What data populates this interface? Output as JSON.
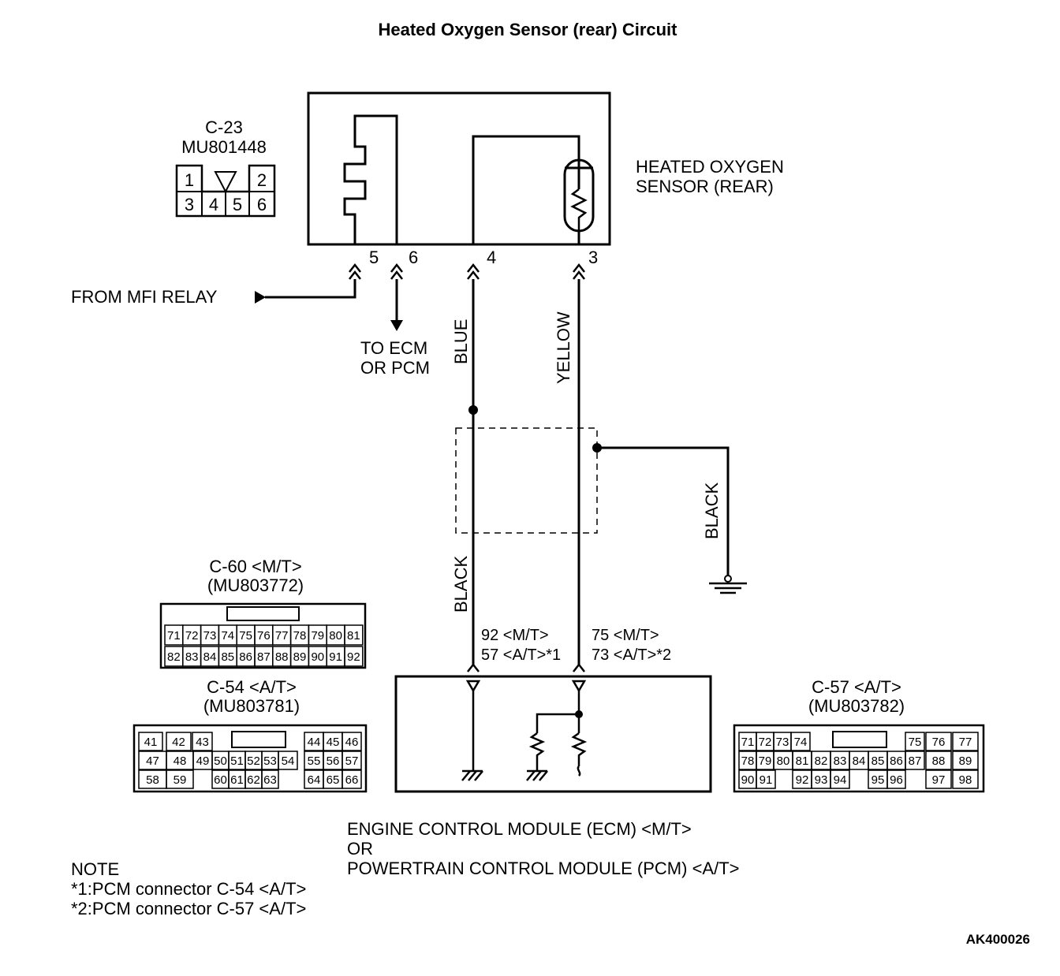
{
  "title": "Heated Oxygen Sensor (rear) Circuit",
  "sensor": {
    "name_line1": "HEATED OXYGEN",
    "name_line2": "SENSOR (REAR)",
    "pins": [
      "5",
      "6",
      "4",
      "3"
    ]
  },
  "connector_c23": {
    "name": "C-23",
    "part": "MU801448",
    "top": [
      "1",
      "2"
    ],
    "bottom": [
      "3",
      "4",
      "5",
      "6"
    ]
  },
  "from_mfi_relay": "FROM MFI RELAY",
  "to_ecm_line1": "TO ECM",
  "to_ecm_line2": "OR PCM",
  "wires": {
    "blue": "BLUE",
    "yellow": "YELLOW",
    "black_left": "BLACK",
    "black_ground": "BLACK"
  },
  "ecm_pins": {
    "left_line1": "92 <M/T>",
    "left_line2": "57 <A/T>*1",
    "right_line1": "75 <M/T>",
    "right_line2": "73 <A/T>*2"
  },
  "connector_c60": {
    "name": "C-60 <M/T>",
    "part": "(MU803772)",
    "row1": [
      "71",
      "72",
      "73",
      "74",
      "75",
      "76",
      "77",
      "78",
      "79",
      "80",
      "81"
    ],
    "row2": [
      "82",
      "83",
      "84",
      "85",
      "86",
      "87",
      "88",
      "89",
      "90",
      "91",
      "92"
    ]
  },
  "connector_c54": {
    "name": "C-54 <A/T>",
    "part": "(MU803781)",
    "row1": [
      "41",
      "42",
      "43",
      "44",
      "45",
      "46"
    ],
    "row2": [
      "47",
      "48",
      "49",
      "50",
      "51",
      "52",
      "53",
      "54",
      "55",
      "56",
      "57"
    ],
    "row3": [
      "58",
      "59",
      "60",
      "61",
      "62",
      "63",
      "64",
      "65",
      "66"
    ]
  },
  "connector_c57": {
    "name": "C-57 <A/T>",
    "part": "(MU803782)",
    "row1": [
      "71",
      "72",
      "73",
      "74",
      "75",
      "76",
      "77"
    ],
    "row2": [
      "78",
      "79",
      "80",
      "81",
      "82",
      "83",
      "84",
      "85",
      "86",
      "87",
      "88",
      "89"
    ],
    "row3": [
      "90",
      "91",
      "92",
      "93",
      "94",
      "95",
      "96",
      "97",
      "98"
    ]
  },
  "module": {
    "line1": "ENGINE CONTROL MODULE (ECM) <M/T>",
    "line2": "OR",
    "line3": "POWERTRAIN CONTROL MODULE (PCM) <A/T>"
  },
  "note": {
    "heading": "NOTE",
    "line1": "*1:PCM connector C-54 <A/T>",
    "line2": "*2:PCM connector C-57 <A/T>"
  },
  "figure_code": "AK400026"
}
